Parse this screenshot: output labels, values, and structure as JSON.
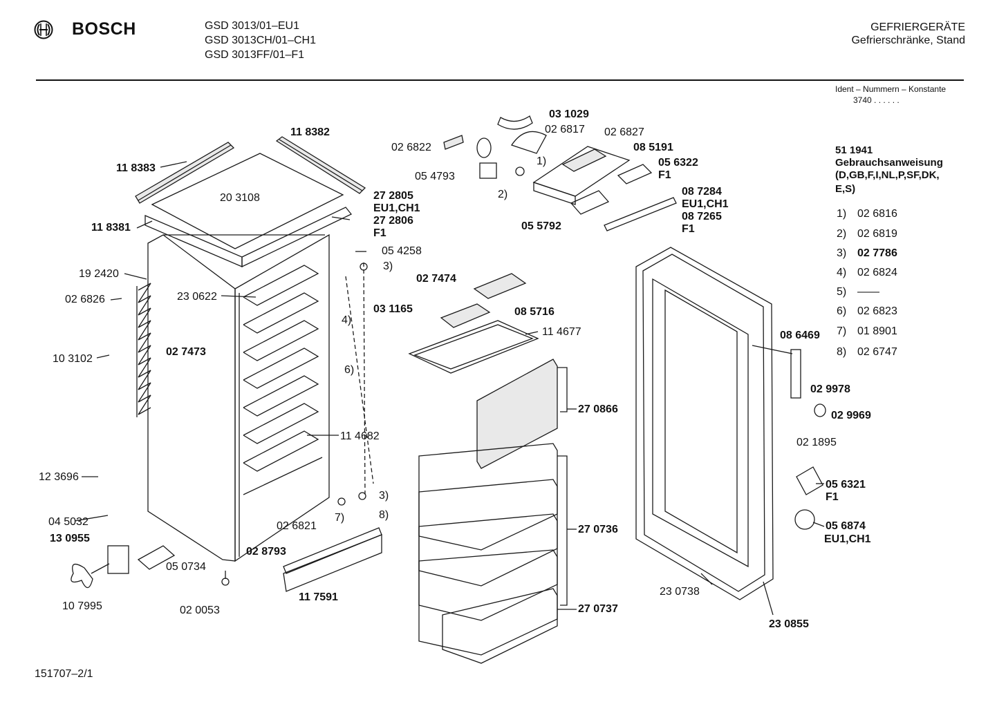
{
  "header": {
    "brand": "BOSCH",
    "models": [
      "GSD 3013/01–EU1",
      "GSD 3013CH/01–CH1",
      "GSD 3013FF/01–F1"
    ],
    "category_title": "GEFRIERGERÄTE",
    "category_sub": "Gefrierschränke, Stand",
    "ident_label": "Ident – Nummern – Konstante",
    "ident_value": "3740  .  .  .  .  .  ."
  },
  "manual": {
    "number": "51 1941",
    "title": "Gebrauchsanweisung",
    "languages_1": "(D,GB,F,I,NL,P,SF,DK,",
    "languages_2": "E,S)"
  },
  "legend": [
    {
      "key": "1)",
      "value": "02 6816"
    },
    {
      "key": "2)",
      "value": "02 6819"
    },
    {
      "key": "3)",
      "value": "02 7786"
    },
    {
      "key": "4)",
      "value": "02 6824"
    },
    {
      "key": "5)",
      "value": "——"
    },
    {
      "key": "6)",
      "value": "02 6823"
    },
    {
      "key": "7)",
      "value": "01 8901"
    },
    {
      "key": "8)",
      "value": "02 6747"
    }
  ],
  "part_labels": {
    "p031029": "03 1029",
    "p026817": "02 6817",
    "p026827": "02 6827",
    "p026822": "02 6822",
    "p085191": "08 5191",
    "p056322": "05 6322",
    "p056322v": "F1",
    "p054793": "05 4793",
    "p1": "1)",
    "p2": "2)",
    "p087284": "08 7284",
    "p087284v": "EU1,CH1",
    "p087265": "08 7265",
    "p087265v": "F1",
    "p055792": "05 5792",
    "p118382": "11 8382",
    "p118383": "11 8383",
    "p203108": "20 3108",
    "p272805": "27 2805",
    "p272805v": "EU1,CH1",
    "p272806": "27 2806",
    "p272806v": "F1",
    "p118381": "11 8381",
    "p054258": "05 4258",
    "p3a": "3)",
    "p192420": "19 2420",
    "p027474": "02 7474",
    "p026826": "02 6826",
    "p230622": "23 0622",
    "p4": "4)",
    "p031165": "03 1165",
    "p085716": "08 5716",
    "p114677": "11 4677",
    "p103102": "10 3102",
    "p027473": "02 7473",
    "p6": "6)",
    "p086469": "08 6469",
    "p270866": "27 0866",
    "p029978": "02 9978",
    "p029969": "02 9969",
    "p114682": "11 4682",
    "p021895": "02 1895",
    "p123696": "12 3696",
    "p3b": "3)",
    "p056321": "05 6321",
    "p056321v": "F1",
    "p045032": "04 5032",
    "p7": "7)",
    "p8": "8)",
    "p056874": "05 6874",
    "p056874v": "EU1,CH1",
    "p130955": "13 0955",
    "p026821": "02 6821",
    "p270736": "27 0736",
    "p028793": "02 8793",
    "p050734": "05 0734",
    "p230738": "23 0738",
    "p117591": "11 7591",
    "p270737": "27 0737",
    "p107995": "10 7995",
    "p020053": "02 0053",
    "p230855": "23 0855"
  },
  "footer": {
    "sheet": "151707–2/1"
  }
}
